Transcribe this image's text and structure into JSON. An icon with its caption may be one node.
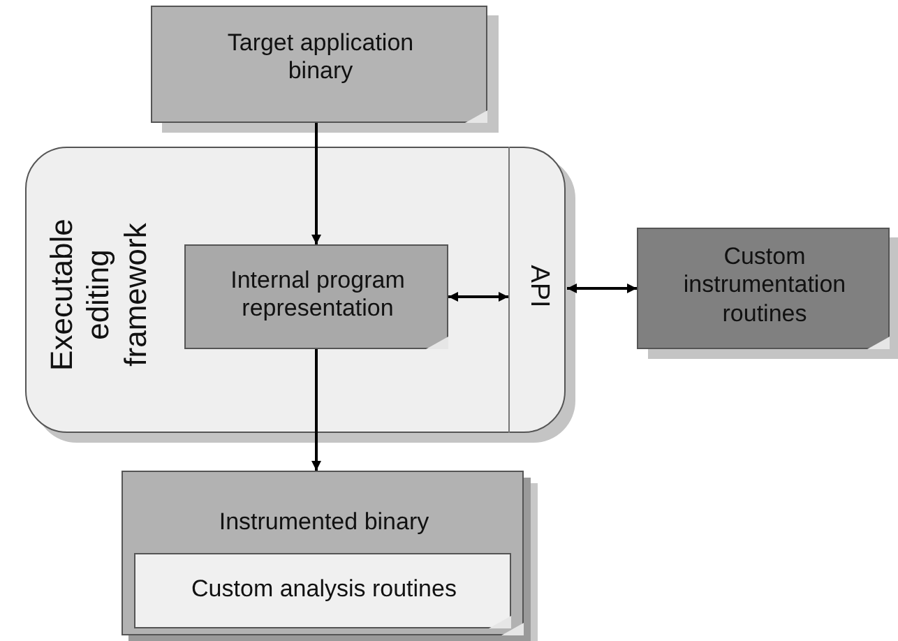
{
  "diagram": {
    "nodes": [
      {
        "text": [
          "Target application binary"
        ]
      },
      {
        "text": [
          "Executable editing framework"
        ]
      },
      {
        "text": [
          "API"
        ],
        "in": 1
      },
      {
        "text": [
          "Internal program representation"
        ],
        "in": 1
      },
      {
        "text": [
          "Custom instrumentation routines"
        ]
      },
      {
        "text": [
          "Instrumented binary"
        ]
      },
      {
        "text": [
          "Custom analysis routines"
        ],
        "in": 5
      }
    ],
    "edges": [
      {
        "from": 0,
        "to": 3,
        "arrow": "to"
      },
      {
        "from": 3,
        "to": 2,
        "arrow": "both"
      },
      {
        "from": 2,
        "to": 4,
        "arrow": "both"
      },
      {
        "from": 3,
        "to": 5,
        "arrow": "to"
      }
    ]
  }
}
